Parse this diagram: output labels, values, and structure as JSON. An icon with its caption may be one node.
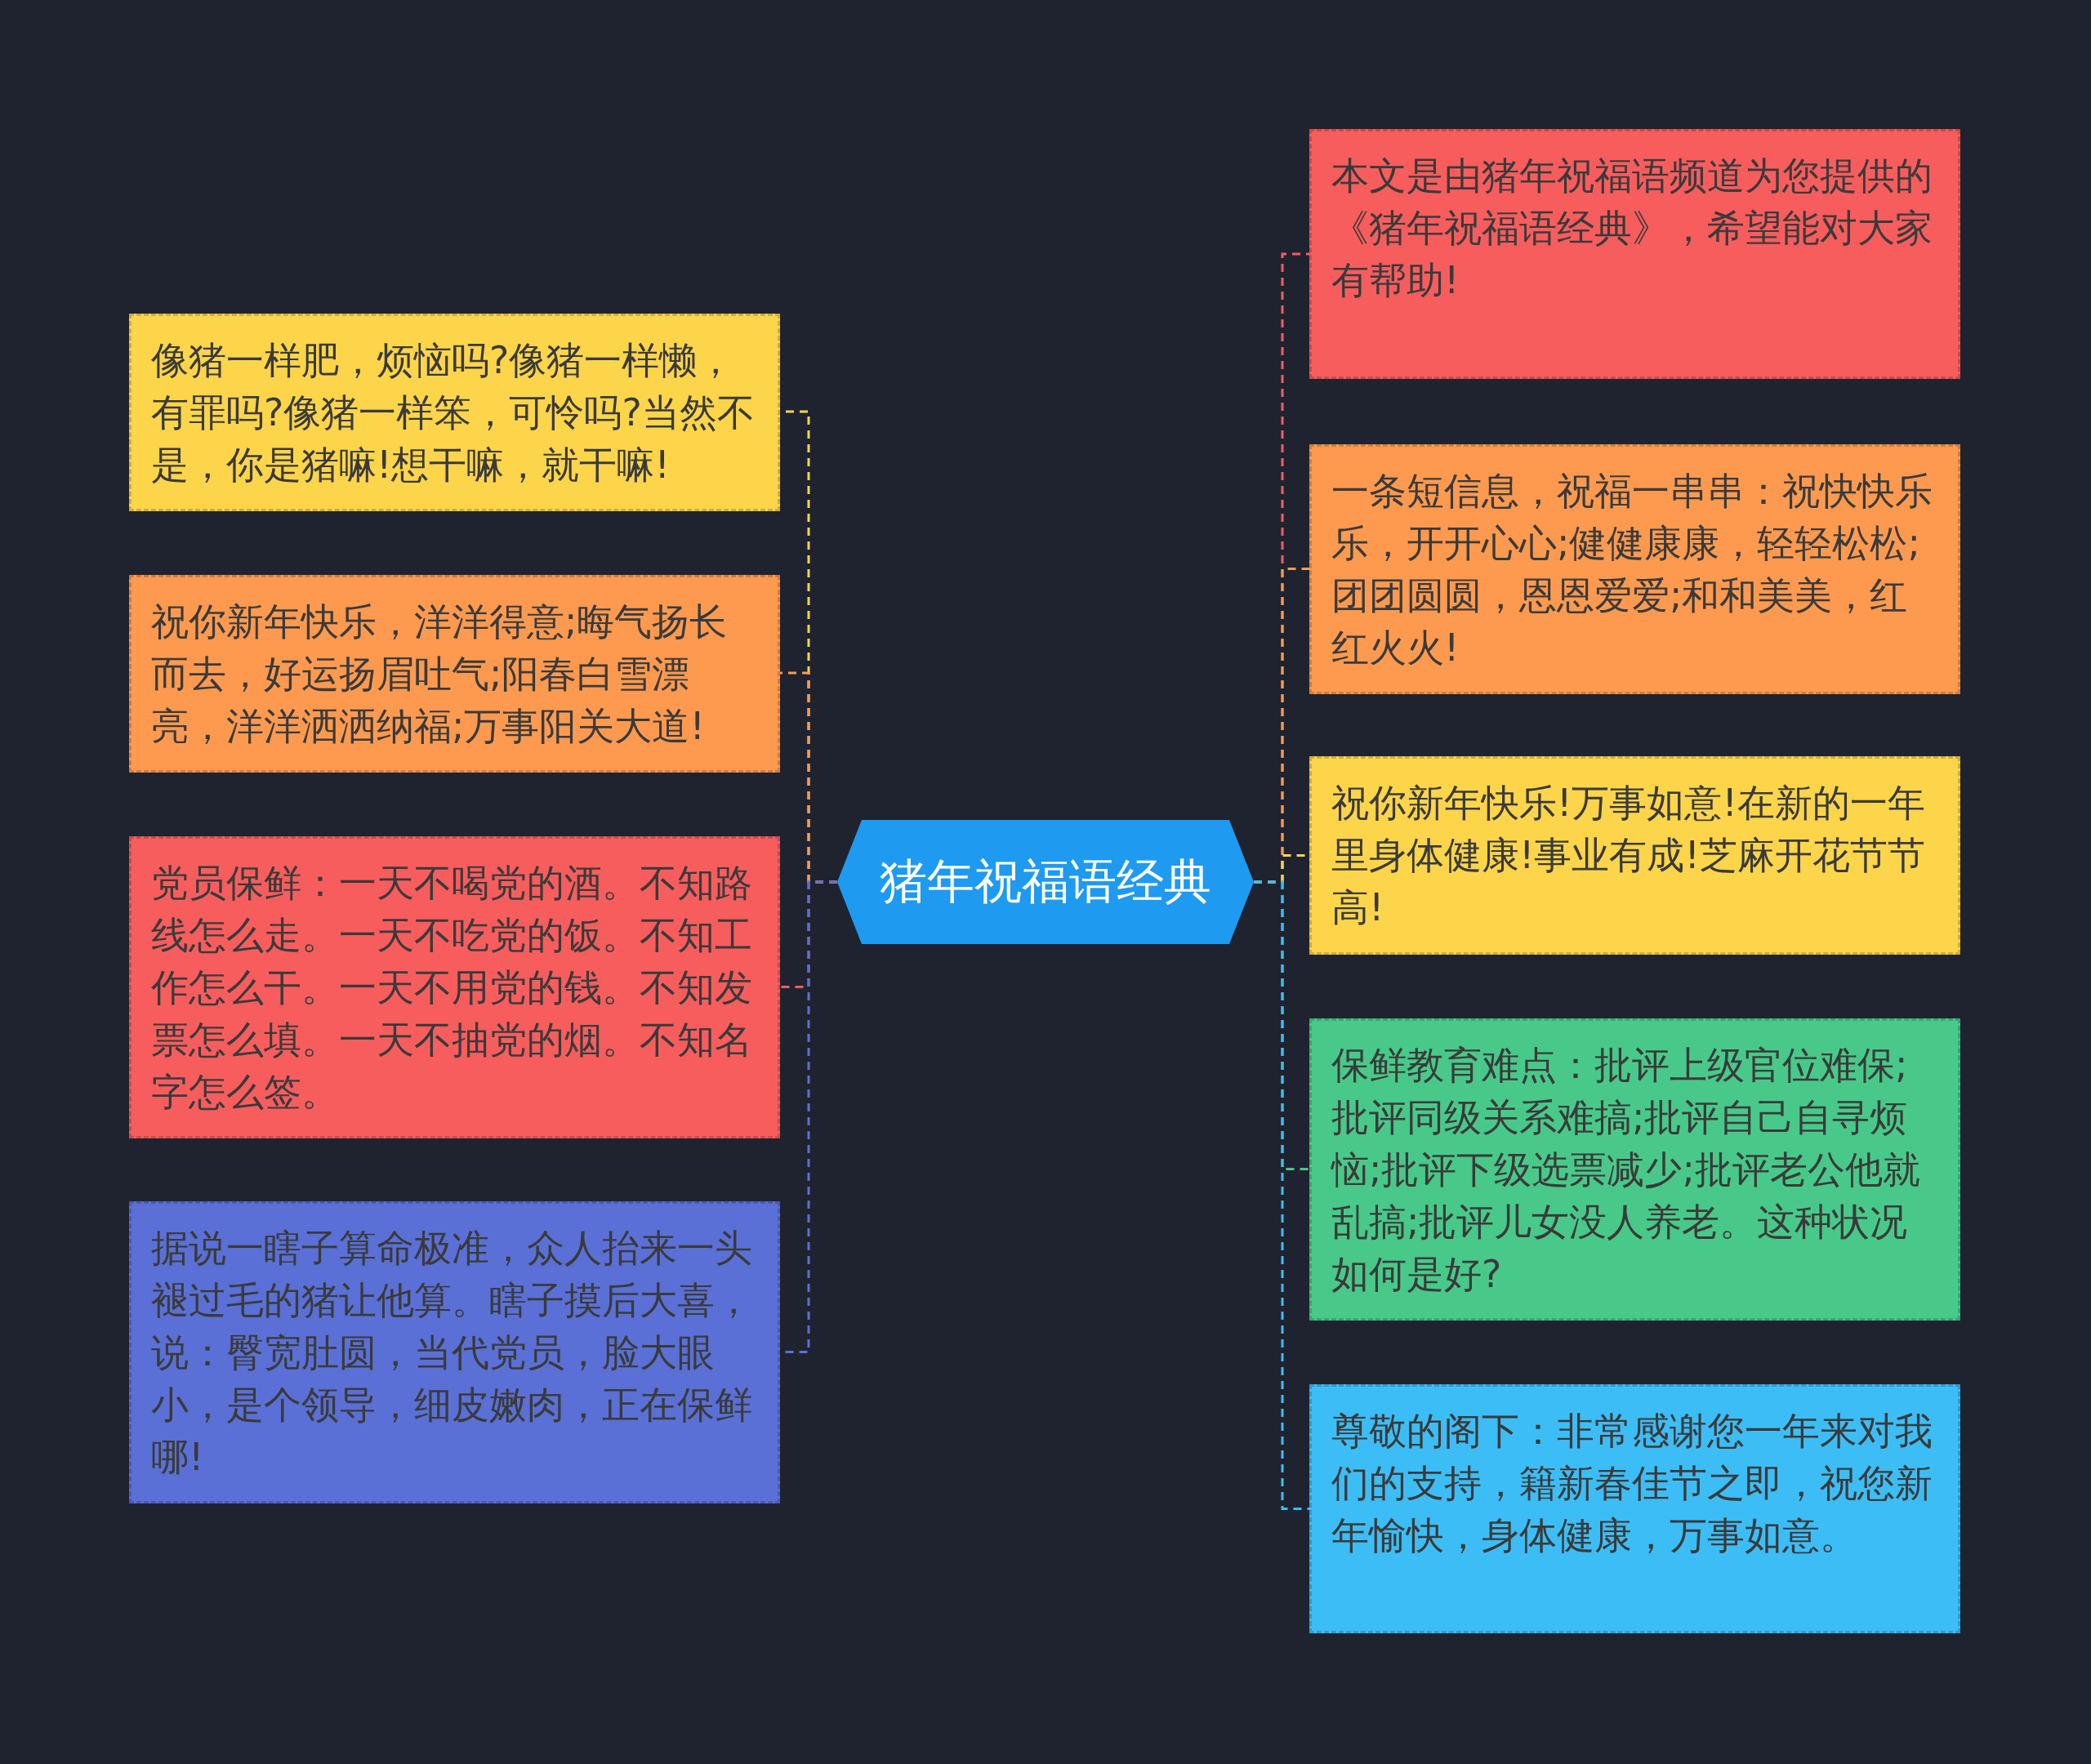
{
  "diagram": {
    "nodes": [
      {
        "text": [
          "猪年祝福语经典"
        ]
      },
      {
        "text": [
          "像猪一样肥，烦恼吗?像猪一样懒，有罪吗?像猪一样笨，可怜吗?当然不是，你是猪嘛!想干嘛，就干嘛!"
        ]
      },
      {
        "text": [
          "祝你新年快乐，洋洋得意;晦气扬长而去，好运扬眉吐气;阳春白雪漂亮，洋洋洒洒纳福;万事阳关大道!"
        ]
      },
      {
        "text": [
          "党员保鲜：一天不喝党的酒。不知路线怎么走。一天不吃党的饭。不知工作怎么干。一天不用党的钱。不知发票怎么填。一天不抽党的烟。不知名字怎么签。"
        ]
      },
      {
        "text": [
          "据说一瞎子算命极准，众人抬来一头褪过毛的猪让他算。瞎子摸后大喜，说：臀宽肚圆，当代党员，脸大眼小，是个领导，细皮嫩肉，正在保鲜哪!"
        ]
      },
      {
        "text": [
          "本文是由猪年祝福语频道为您提供的《猪年祝福语经典》，希望能对大家有帮助!"
        ]
      },
      {
        "text": [
          "一条短信息，祝福一串串：祝快快乐乐，开开心心;健健康康，轻轻松松;团团圆圆，恩恩爱爱;和和美美，红红火火!"
        ]
      },
      {
        "text": [
          "祝你新年快乐!万事如意!在新的一年里身体健康!事业有成!芝麻开花节节高!"
        ]
      },
      {
        "text": [
          "保鲜教育难点：批评上级官位难保;批评同级关系难搞;批评自己自寻烦恼;批评下级选票减少;批评老公他就乱搞;批评儿女没人养老。这种状况如何是好?"
        ]
      },
      {
        "text": [
          "尊敬的阁下：非常感谢您一年来对我们的支持，籍新春佳节之即，祝您新年愉快，身体健康，万事如意。"
        ]
      }
    ],
    "edges": [
      {
        "from": 0,
        "to": 1,
        "arrow": "none",
        "color": "#fdd54a"
      },
      {
        "from": 0,
        "to": 2,
        "arrow": "none",
        "color": "#fd9a50"
      },
      {
        "from": 0,
        "to": 3,
        "arrow": "none",
        "color": "#f85d5e"
      },
      {
        "from": 0,
        "to": 4,
        "arrow": "none",
        "color": "#5a70d6"
      },
      {
        "from": 0,
        "to": 5,
        "arrow": "none",
        "color": "#f85d5e"
      },
      {
        "from": 0,
        "to": 6,
        "arrow": "none",
        "color": "#fd9a50"
      },
      {
        "from": 0,
        "to": 7,
        "arrow": "none",
        "color": "#fdd54a"
      },
      {
        "from": 0,
        "to": 8,
        "arrow": "none",
        "color": "#48c98a"
      },
      {
        "from": 0,
        "to": 9,
        "arrow": "none",
        "color": "#3dbdf6"
      }
    ]
  }
}
